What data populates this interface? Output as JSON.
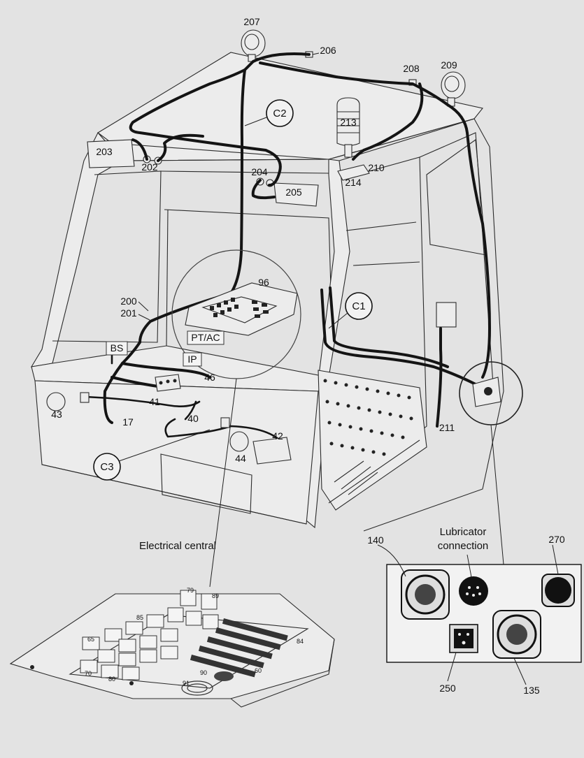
{
  "callouts": {
    "c200": "200",
    "c201": "201",
    "c202": "202",
    "c203": "203",
    "c204": "204",
    "c205": "205",
    "c206": "206",
    "c207": "207",
    "c208": "208",
    "c209": "209",
    "c210": "210",
    "c211": "211",
    "c213": "213",
    "c214": "214",
    "c17": "17",
    "c40": "40",
    "c41": "41",
    "c42": "42",
    "c43": "43",
    "c44": "44",
    "c46": "46",
    "c96": "96",
    "c135": "135",
    "c140": "140",
    "c250": "250",
    "c270": "270"
  },
  "circuits": {
    "c1": "C1",
    "c2": "C2",
    "c3": "C3"
  },
  "tags": {
    "bs": "BS",
    "ip": "IP",
    "ptac": "PT/AC"
  },
  "labels": {
    "electrical_central": "Electrical central",
    "lubricator_line1": "Lubricator",
    "lubricator_line2": "connection"
  },
  "central_numbers": {
    "n79": "79",
    "n89": "89",
    "n85": "85",
    "n65": "65",
    "n70": "70",
    "n80": "80",
    "n84": "84",
    "n90": "90",
    "n91": "91",
    "n60": "60"
  }
}
